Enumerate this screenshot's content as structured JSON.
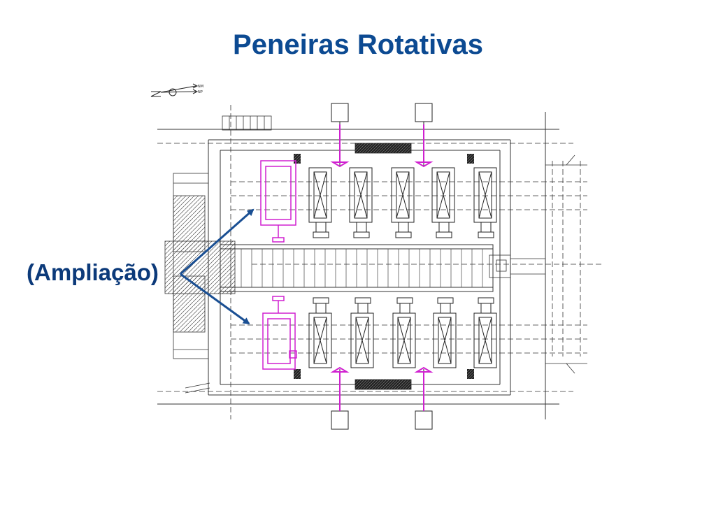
{
  "slide": {
    "title": "Peneiras Rotativas",
    "callout": "(Ampliação)"
  },
  "north_arrow": {
    "labels": [
      "NM",
      "NP"
    ]
  },
  "colors": {
    "title": "#0c4a92",
    "callout_arrow": "#1a4f93",
    "drawing_lines": "#333333",
    "highlight": "#d020d0"
  }
}
